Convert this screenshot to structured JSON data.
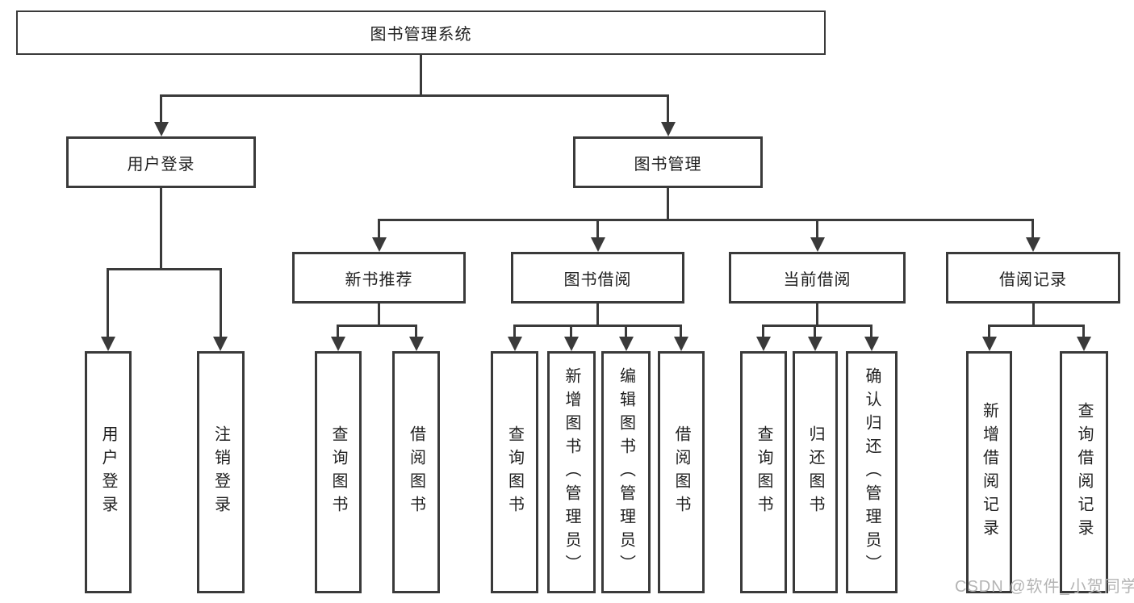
{
  "tree": {
    "root": {
      "label": "图书管理系统"
    },
    "branches": [
      {
        "label": "用户登录",
        "children": [
          {
            "label": "用户登录"
          },
          {
            "label": "注销登录"
          }
        ]
      },
      {
        "label": "图书管理",
        "children": [
          {
            "label": "新书推荐",
            "children": [
              {
                "label": "查询图书"
              },
              {
                "label": "借阅图书"
              }
            ]
          },
          {
            "label": "图书借阅",
            "children": [
              {
                "label": "查询图书"
              },
              {
                "label": "新增图书（管理员）"
              },
              {
                "label": "编辑图书（管理员）"
              },
              {
                "label": "借阅图书"
              }
            ]
          },
          {
            "label": "当前借阅",
            "children": [
              {
                "label": "查询图书"
              },
              {
                "label": "归还图书"
              },
              {
                "label": "确认归还（管理员）"
              }
            ]
          },
          {
            "label": "借阅记录",
            "children": [
              {
                "label": "新增借阅记录"
              },
              {
                "label": "查询借阅记录"
              }
            ]
          }
        ]
      }
    ]
  },
  "watermark": {
    "text": "CSDN @软件_小贺同学"
  },
  "colors": {
    "line": "#3a3a3a",
    "text": "#1f1f1f",
    "background": "#ffffff",
    "watermark": "#b4b4b4"
  }
}
